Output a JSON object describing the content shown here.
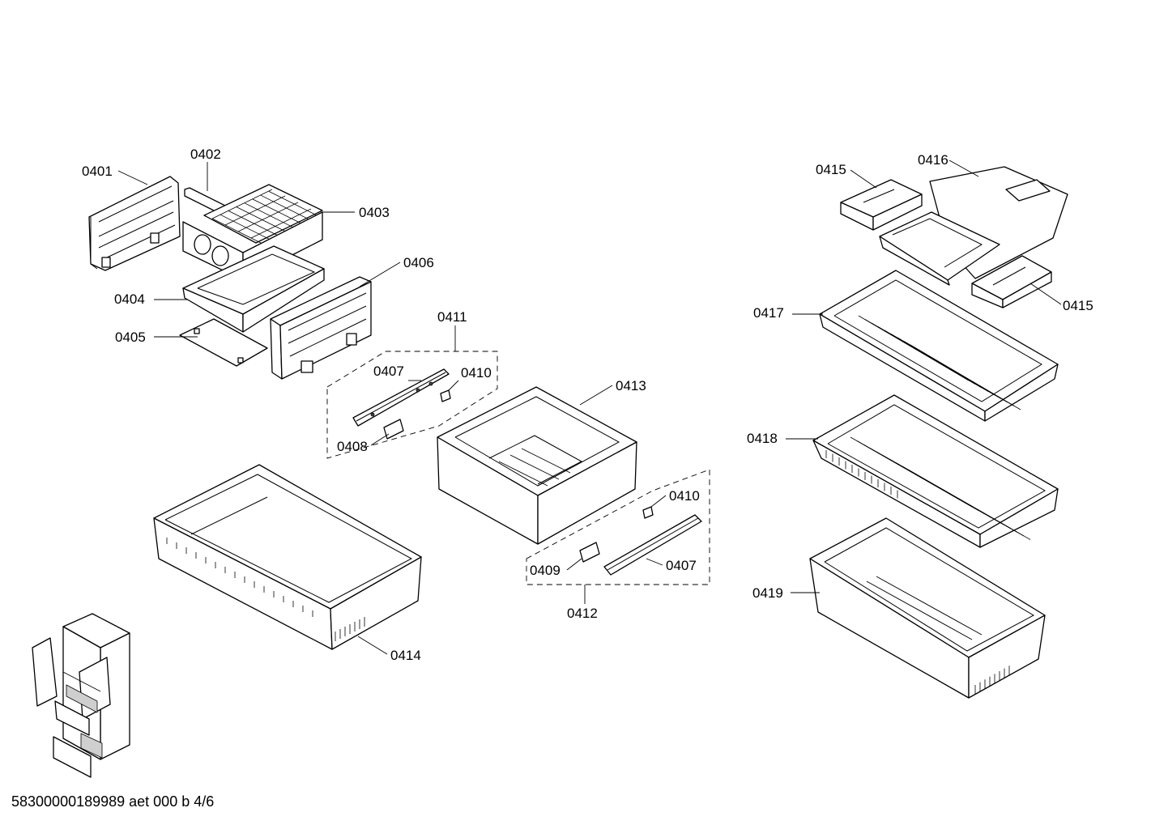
{
  "labels": {
    "p0401": "0401",
    "p0402": "0402",
    "p0403": "0403",
    "p0404": "0404",
    "p0405": "0405",
    "p0406": "0406",
    "p0407a": "0407",
    "p0407b": "0407",
    "p0408": "0408",
    "p0409": "0409",
    "p0410a": "0410",
    "p0410b": "0410",
    "p0411": "0411",
    "p0412": "0412",
    "p0413": "0413",
    "p0414": "0414",
    "p0415a": "0415",
    "p0415b": "0415",
    "p0416": "0416",
    "p0417": "0417",
    "p0418": "0418",
    "p0419": "0419"
  },
  "footer": {
    "code": "58300000189989 aet 000 b 4/6"
  }
}
